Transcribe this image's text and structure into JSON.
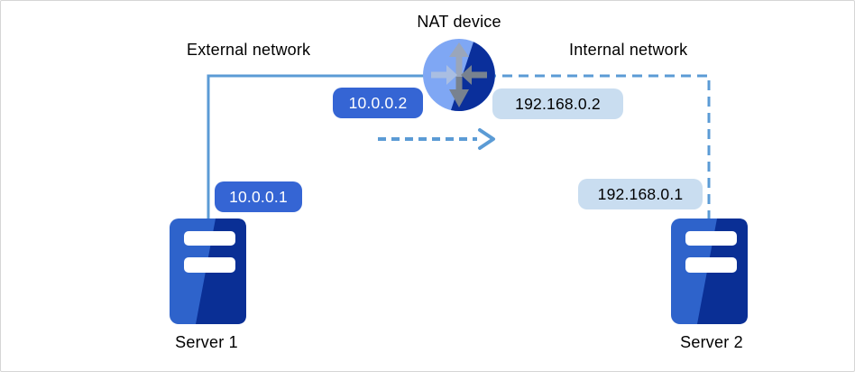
{
  "diagram": {
    "title": "NAT device",
    "regions": {
      "external_label": "External network",
      "internal_label": "Internal network"
    },
    "nodes": {
      "server1": {
        "label": "Server 1",
        "ip": "10.0.0.1"
      },
      "server2": {
        "label": "Server 2",
        "ip": "192.168.0.1"
      },
      "nat_device": {
        "external_ip": "10.0.0.2",
        "internal_ip": "192.168.0.2"
      }
    },
    "icons": {
      "nat": "router-icon",
      "server": "server-icon",
      "flow": "dashed-right-arrow-icon"
    },
    "colors": {
      "connector": "#5b9bd5",
      "external_badge_bg": "#3565d4",
      "external_badge_text": "#ffffff",
      "internal_badge_bg": "#c9ddf0",
      "internal_badge_text": "#000000",
      "server_light_blue": "#2e63cb",
      "server_dark_blue": "#0a2f95",
      "nat_light_blue": "#7fa7f4",
      "nat_dark_blue": "#0a2f9b",
      "arrow_light_gray": "#9aa6bb",
      "arrow_gray": "#78828f",
      "arrow_light_blue_gray": "#a9bee2",
      "icon_bar_white": "#ffffff",
      "text": "#000000"
    }
  }
}
